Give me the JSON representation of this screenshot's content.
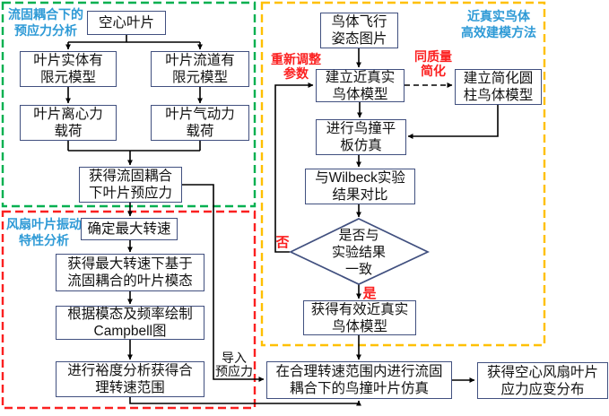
{
  "colors": {
    "group_prestress_border": "#00b050",
    "group_vibration_border": "#fb2020",
    "group_birdmodel_border": "#ffc000",
    "group_label_text": "#2e9ad6",
    "annotation_text": "#fb2020",
    "node_border": "#41507f",
    "node_text": "#111111",
    "line": "#000000"
  },
  "groups": {
    "prestress": {
      "label": "流固耦合下的\n预应力分析"
    },
    "vibration": {
      "label": "风扇叶片振动\n特性分析"
    },
    "bird_model": {
      "label": "近真实鸟体\n高效建模方法"
    }
  },
  "nodes": {
    "hollow_blade": {
      "label": "空心叶片"
    },
    "blade_solid_fem": {
      "label": "叶片实体有\n限元模型"
    },
    "blade_flow_fem": {
      "label": "叶片流道有\n限元模型"
    },
    "centrifugal_load": {
      "label": "叶片离心力\n载荷"
    },
    "aero_load": {
      "label": "叶片气动力\n载荷"
    },
    "fsi_prestress": {
      "label": "获得流固耦合\n下叶片预应力"
    },
    "max_speed": {
      "label": "确定最大转速"
    },
    "blade_modes": {
      "label": "获得最大转速下基于\n流固耦合的叶片模态"
    },
    "campbell": {
      "label": "根据模态及频率绘制\nCampbell图"
    },
    "margin_analysis": {
      "label": "进行裕度分析获得合\n理转速范围"
    },
    "bird_posture": {
      "label": "鸟体飞行\n姿态图片"
    },
    "near_real_bird": {
      "label": "建立近真实\n鸟体模型"
    },
    "simplified_bird": {
      "label": "建立简化圆\n柱鸟体模型"
    },
    "plate_impact": {
      "label": "进行鸟撞平\n板仿真"
    },
    "wilbeck_compare": {
      "label": "与Wilbeck实验\n结果对比"
    },
    "decision": {
      "label": "是否与\n实验结果\n一致"
    },
    "valid_bird_model": {
      "label": "获得有效近真实\n鸟体模型"
    },
    "blade_impact_sim": {
      "label": "在合理转速范围内进行流固\n耦合下的鸟撞叶片仿真"
    },
    "stress_distribution": {
      "label": "获得空心风扇叶片\n应力应变分布"
    }
  },
  "annotations": {
    "readjust": {
      "label": "重新调整\n参数"
    },
    "same_mass": {
      "label": "同质量\n简化"
    },
    "no": {
      "label": "否"
    },
    "yes": {
      "label": "是"
    },
    "import_prestress": {
      "label": "导入\n预应力"
    }
  }
}
